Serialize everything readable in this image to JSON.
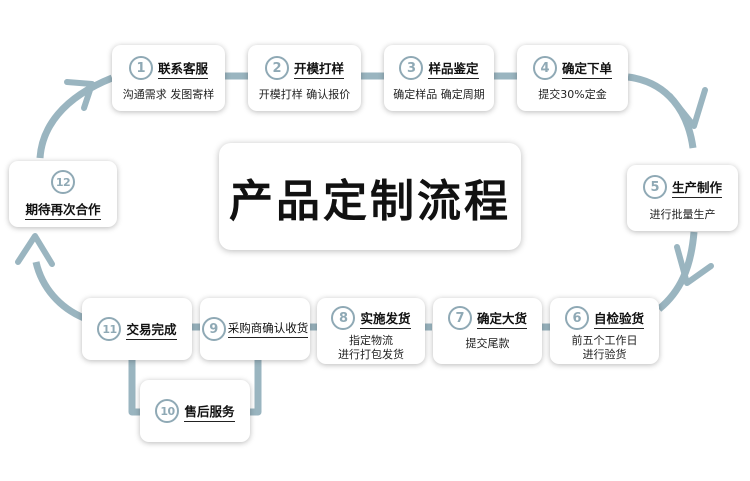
{
  "title": "产品定制流程",
  "colors": {
    "connector": "#9ab5c0",
    "number": "#8fa9b5",
    "text": "#111111",
    "box_bg": "#ffffff"
  },
  "steps": [
    {
      "num": "1",
      "title": "联系客服",
      "desc": [
        "沟通需求  发图寄样"
      ]
    },
    {
      "num": "2",
      "title": "开模打样",
      "desc": [
        "开模打样  确认报价"
      ]
    },
    {
      "num": "3",
      "title": "样品鉴定",
      "desc": [
        "确定样品  确定周期"
      ]
    },
    {
      "num": "4",
      "title": "确定下单",
      "desc": [
        "提交30%定金"
      ]
    },
    {
      "num": "5",
      "title": "生产制作",
      "desc": [
        "进行批量生产"
      ]
    },
    {
      "num": "6",
      "title": "自检验货",
      "desc": [
        "前五个工作日",
        "进行验货"
      ]
    },
    {
      "num": "7",
      "title": "确定大货",
      "desc": [
        "提交尾款"
      ]
    },
    {
      "num": "8",
      "title": "实施发货",
      "desc": [
        "指定物流",
        "进行打包发货"
      ]
    },
    {
      "num": "9",
      "title": "采购商确认收货",
      "desc": []
    },
    {
      "num": "10",
      "title": "售后服务",
      "desc": []
    },
    {
      "num": "11",
      "title": "交易完成",
      "desc": []
    },
    {
      "num": "12",
      "title": "期待再次合作",
      "desc": []
    }
  ]
}
